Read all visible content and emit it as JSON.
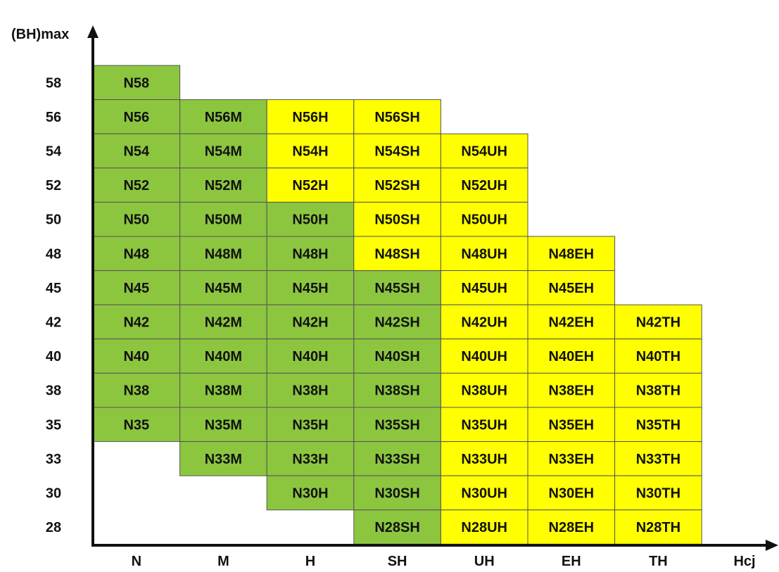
{
  "chart_data": {
    "type": "table",
    "xlabel": "Hcj",
    "ylabel": "(BH)max",
    "x_categories": [
      "N",
      "M",
      "H",
      "SH",
      "UH",
      "EH",
      "TH"
    ],
    "y_categories": [
      "58",
      "56",
      "54",
      "52",
      "50",
      "48",
      "45",
      "42",
      "40",
      "38",
      "35",
      "33",
      "30",
      "28"
    ],
    "colors": {
      "green": "#8cc63f",
      "yellow": "#ffff00",
      "border": "#555555",
      "axis": "#111111"
    },
    "columns": [
      {
        "name": "N",
        "cells": [
          {
            "grade": "N58",
            "color": "green"
          },
          {
            "grade": "N56",
            "color": "green"
          },
          {
            "grade": "N54",
            "color": "green"
          },
          {
            "grade": "N52",
            "color": "green"
          },
          {
            "grade": "N50",
            "color": "green"
          },
          {
            "grade": "N48",
            "color": "green"
          },
          {
            "grade": "N45",
            "color": "green"
          },
          {
            "grade": "N42",
            "color": "green"
          },
          {
            "grade": "N40",
            "color": "green"
          },
          {
            "grade": "N38",
            "color": "green"
          },
          {
            "grade": "N35",
            "color": "green"
          }
        ]
      },
      {
        "name": "M",
        "cells": [
          null,
          {
            "grade": "N56M",
            "color": "green"
          },
          {
            "grade": "N54M",
            "color": "green"
          },
          {
            "grade": "N52M",
            "color": "green"
          },
          {
            "grade": "N50M",
            "color": "green"
          },
          {
            "grade": "N48M",
            "color": "green"
          },
          {
            "grade": "N45M",
            "color": "green"
          },
          {
            "grade": "N42M",
            "color": "green"
          },
          {
            "grade": "N40M",
            "color": "green"
          },
          {
            "grade": "N38M",
            "color": "green"
          },
          {
            "grade": "N35M",
            "color": "green"
          },
          {
            "grade": "N33M",
            "color": "green"
          }
        ]
      },
      {
        "name": "H",
        "cells": [
          null,
          {
            "grade": "N56H",
            "color": "yellow"
          },
          {
            "grade": "N54H",
            "color": "yellow"
          },
          {
            "grade": "N52H",
            "color": "yellow"
          },
          {
            "grade": "N50H",
            "color": "green"
          },
          {
            "grade": "N48H",
            "color": "green"
          },
          {
            "grade": "N45H",
            "color": "green"
          },
          {
            "grade": "N42H",
            "color": "green"
          },
          {
            "grade": "N40H",
            "color": "green"
          },
          {
            "grade": "N38H",
            "color": "green"
          },
          {
            "grade": "N35H",
            "color": "green"
          },
          {
            "grade": "N33H",
            "color": "green"
          },
          {
            "grade": "N30H",
            "color": "green"
          }
        ]
      },
      {
        "name": "SH",
        "cells": [
          null,
          {
            "grade": "N56SH",
            "color": "yellow"
          },
          {
            "grade": "N54SH",
            "color": "yellow"
          },
          {
            "grade": "N52SH",
            "color": "yellow"
          },
          {
            "grade": "N50SH",
            "color": "yellow"
          },
          {
            "grade": "N48SH",
            "color": "yellow"
          },
          {
            "grade": "N45SH",
            "color": "green"
          },
          {
            "grade": "N42SH",
            "color": "green"
          },
          {
            "grade": "N40SH",
            "color": "green"
          },
          {
            "grade": "N38SH",
            "color": "green"
          },
          {
            "grade": "N35SH",
            "color": "green"
          },
          {
            "grade": "N33SH",
            "color": "green"
          },
          {
            "grade": "N30SH",
            "color": "green"
          },
          {
            "grade": "N28SH",
            "color": "green"
          }
        ]
      },
      {
        "name": "UH",
        "cells": [
          null,
          null,
          {
            "grade": "N54UH",
            "color": "yellow"
          },
          {
            "grade": "N52UH",
            "color": "yellow"
          },
          {
            "grade": "N50UH",
            "color": "yellow"
          },
          {
            "grade": "N48UH",
            "color": "yellow"
          },
          {
            "grade": "N45UH",
            "color": "yellow"
          },
          {
            "grade": "N42UH",
            "color": "yellow"
          },
          {
            "grade": "N40UH",
            "color": "yellow"
          },
          {
            "grade": "N38UH",
            "color": "yellow"
          },
          {
            "grade": "N35UH",
            "color": "yellow"
          },
          {
            "grade": "N33UH",
            "color": "yellow"
          },
          {
            "grade": "N30UH",
            "color": "yellow"
          },
          {
            "grade": "N28UH",
            "color": "yellow"
          }
        ]
      },
      {
        "name": "EH",
        "cells": [
          null,
          null,
          null,
          null,
          null,
          {
            "grade": "N48EH",
            "color": "yellow"
          },
          {
            "grade": "N45EH",
            "color": "yellow"
          },
          {
            "grade": "N42EH",
            "color": "yellow"
          },
          {
            "grade": "N40EH",
            "color": "yellow"
          },
          {
            "grade": "N38EH",
            "color": "yellow"
          },
          {
            "grade": "N35EH",
            "color": "yellow"
          },
          {
            "grade": "N33EH",
            "color": "yellow"
          },
          {
            "grade": "N30EH",
            "color": "yellow"
          },
          {
            "grade": "N28EH",
            "color": "yellow"
          }
        ]
      },
      {
        "name": "TH",
        "cells": [
          null,
          null,
          null,
          null,
          null,
          null,
          null,
          {
            "grade": "N42TH",
            "color": "yellow"
          },
          {
            "grade": "N40TH",
            "color": "yellow"
          },
          {
            "grade": "N38TH",
            "color": "yellow"
          },
          {
            "grade": "N35TH",
            "color": "yellow"
          },
          {
            "grade": "N33TH",
            "color": "yellow"
          },
          {
            "grade": "N30TH",
            "color": "yellow"
          },
          {
            "grade": "N28TH",
            "color": "yellow"
          }
        ]
      }
    ]
  }
}
